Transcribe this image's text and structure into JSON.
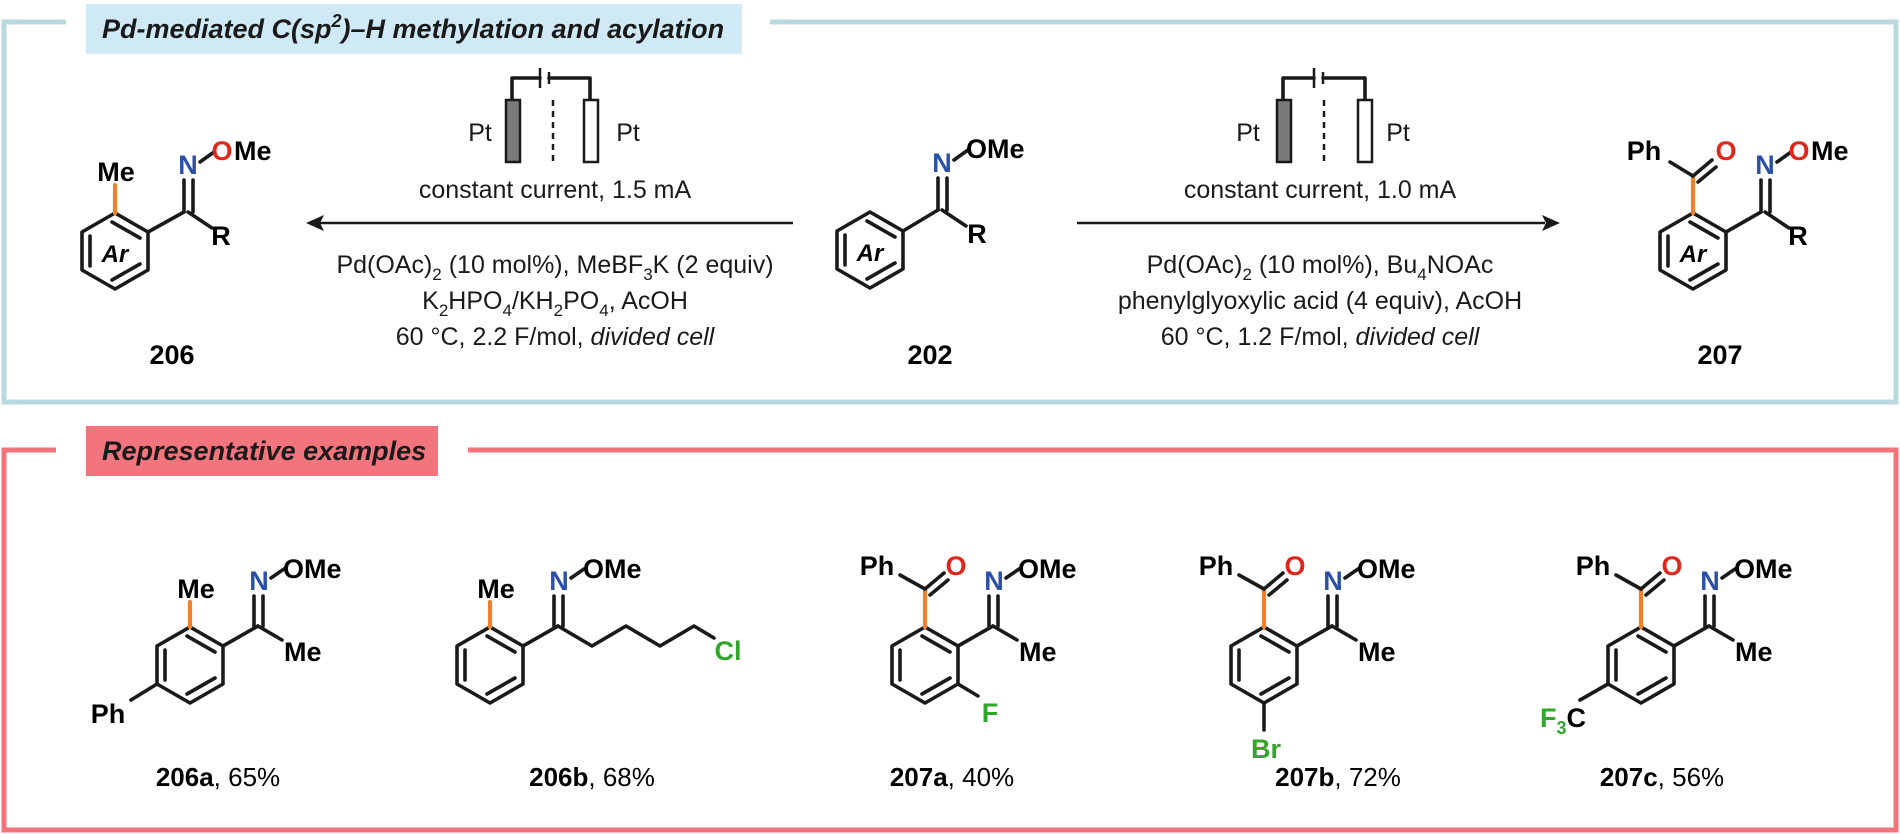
{
  "colors": {
    "top_frame": "#b9d8df",
    "top_title_bg": "#cfe9f7",
    "bottom_frame": "#f2747c",
    "bottom_title_bg": "#f2747c",
    "highlight_bond": "#f0812a",
    "nitrogen": "#2b50a8",
    "oxygen": "#e0261b",
    "halogen": "#32a62a",
    "electrode_dark": "#7a7a7a"
  },
  "top_panel": {
    "title": "Pd-mediated C(sp²)–H methylation and acylation"
  },
  "bottom_panel": {
    "title": "Representative examples"
  },
  "atoms": {
    "me": "Me",
    "ome": "OMe",
    "n": "N",
    "o": "O",
    "r": "R",
    "ar": "Ar",
    "ph": "Ph",
    "cl": "Cl",
    "f": "F",
    "br": "Br",
    "f3c_f": "F",
    "f3c_3": "3",
    "f3c_c": "C"
  },
  "left_reaction": {
    "electrode_left": "Pt",
    "electrode_right": "Pt",
    "current": "constant current, 1.5 mA",
    "line1_a": "Pd(OAc)",
    "line1_sub": "2",
    "line1_b": " (10 mol%), MeBF",
    "line1_sub2": "3",
    "line1_c": "K (2 equiv)",
    "line2_a": "K",
    "line2_sub1": "2",
    "line2_b": "HPO",
    "line2_sub2": "4",
    "line2_c": "/KH",
    "line2_sub3": "2",
    "line2_d": "PO",
    "line2_sub4": "4",
    "line2_e": ", AcOH",
    "line3_a": "60 °C, 2.2 F/mol, ",
    "line3_b": "divided cell"
  },
  "right_reaction": {
    "electrode_left": "Pt",
    "electrode_right": "Pt",
    "current": "constant current, 1.0 mA",
    "line1_a": "Pd(OAc)",
    "line1_sub": "2",
    "line1_b": " (10 mol%), Bu",
    "line1_sub2": "4",
    "line1_c": "NOAc",
    "line2": "phenylglyoxylic acid (4 equiv), AcOH",
    "line3_a": "60 °C, 1.2 F/mol, ",
    "line3_b": "divided cell"
  },
  "compounds": {
    "product_left": "206",
    "substrate": "202",
    "product_right": "207"
  },
  "examples": [
    {
      "id": "206a",
      "yield": ", 65%"
    },
    {
      "id": "206b",
      "yield": ", 68%"
    },
    {
      "id": "207a",
      "yield": ", 40%"
    },
    {
      "id": "207b",
      "yield": ", 72%"
    },
    {
      "id": "207c",
      "yield": ", 56%"
    }
  ]
}
